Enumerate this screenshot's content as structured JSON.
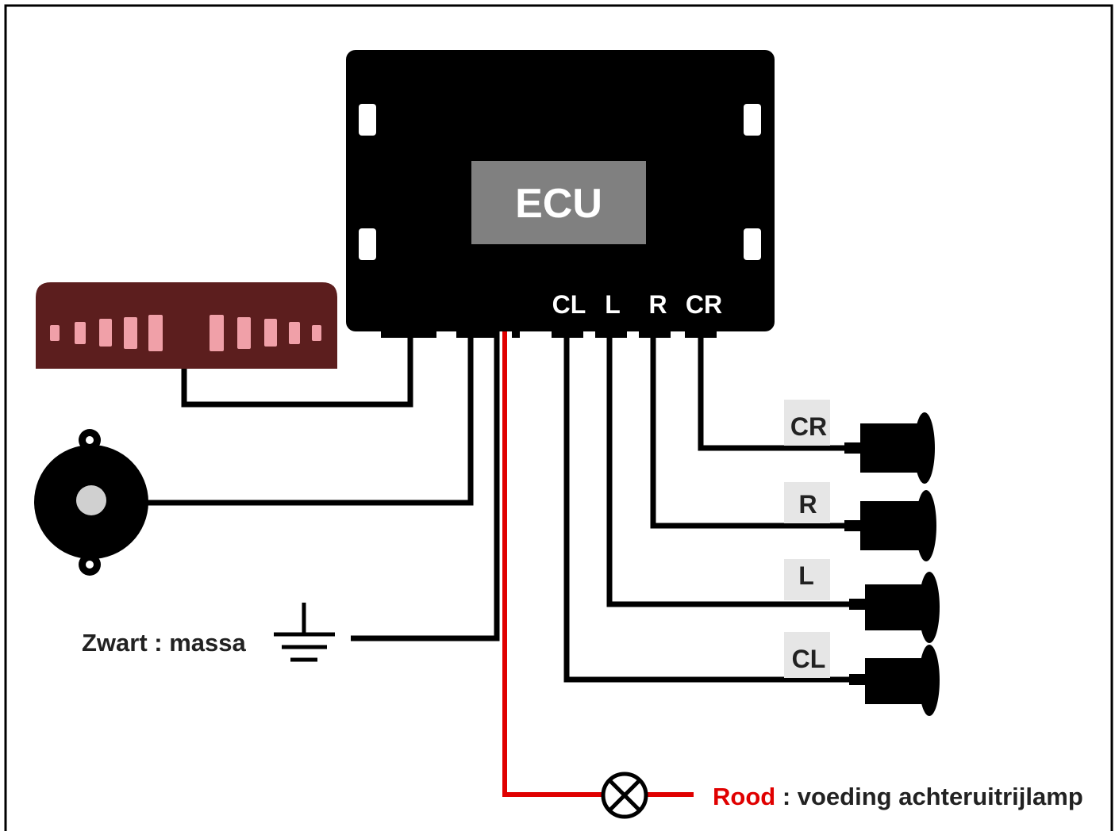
{
  "ecu": {
    "label": "ECU",
    "ports": {
      "cl": "CL",
      "l": "L",
      "r": "R",
      "cr": "CR"
    }
  },
  "sensors": {
    "cr": "CR",
    "r": "R",
    "l": "L",
    "cl": "CL"
  },
  "ground": {
    "label": "Zwart : massa"
  },
  "power": {
    "color_word": "Rood",
    "rest": " : voeding achteruitrijlamp"
  },
  "colors": {
    "ecu_body": "#000000",
    "ecu_label_bg": "#808080",
    "display_body": "#5c1e1e",
    "display_segments": "#f0a0a8",
    "wire_black": "#000000",
    "wire_red": "#e00000",
    "label_tag_bg": "#e6e6e6"
  }
}
